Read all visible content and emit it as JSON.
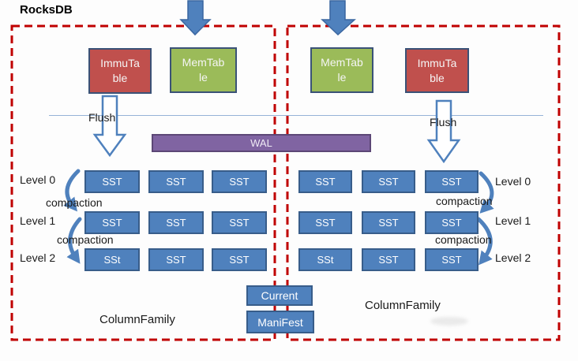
{
  "title": "RocksDB",
  "wal_label": "WAL",
  "current_label": "Current",
  "manifest_label": "ManiFest",
  "left": {
    "immutable": "ImmuTa\nble",
    "memtable": "MemTab\nle",
    "flush": "Flush",
    "level0": "Level 0",
    "level1": "Level 1",
    "level2": "Level 2",
    "compaction1": "compaction",
    "compaction2": "compaction",
    "sst": [
      [
        "SST",
        "SST",
        "SST"
      ],
      [
        "SST",
        "SST",
        "SST"
      ],
      [
        "SSt",
        "SST",
        "SST"
      ]
    ],
    "family": "ColumnFamily"
  },
  "right": {
    "immutable": "ImmuTa\nble",
    "memtable": "MemTab\nle",
    "flush": "Flush",
    "level0": "Level 0",
    "level1": "Level 1",
    "level2": "Level 2",
    "compaction1": "compaction",
    "compaction2": "compaction",
    "sst": [
      [
        "SST",
        "SST",
        "SST"
      ],
      [
        "SST",
        "SST",
        "SST"
      ],
      [
        "SSt",
        "SST",
        "SST"
      ]
    ],
    "family": "ColumnFamily"
  },
  "colors": {
    "accent_blue": "#4F81BD",
    "sst_border": "#385D8A",
    "immutable_red": "#C0504D",
    "memtable_green": "#9BBB59",
    "wal_purple": "#8064A2",
    "dashed_border_red": "#C00000"
  }
}
